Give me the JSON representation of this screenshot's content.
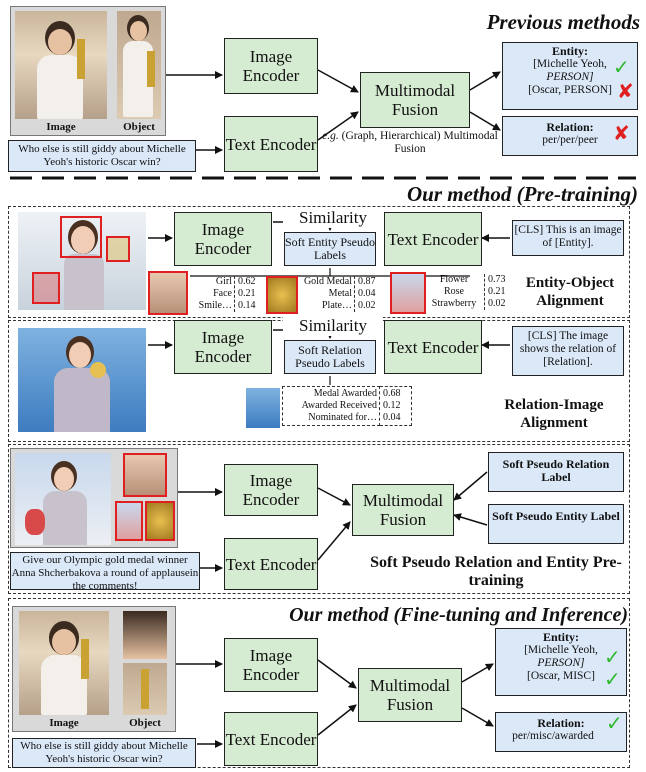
{
  "previous": {
    "title": "Previous methods",
    "image_caption": "Image",
    "object_caption": "Object",
    "text_input": "Who else is still giddy about Michelle Yeoh's historic Oscar win?",
    "image_encoder": "Image Encoder",
    "text_encoder": "Text Encoder",
    "fusion": "Multimodal Fusion",
    "fusion_note_prefix": "e.g.",
    "fusion_note": "(Graph, Hierarchical) Multimodal Fusion",
    "entity_title": "Entity:",
    "entity_line1": "[Michelle Yeoh,",
    "entity_line2": "PERSON]",
    "entity_line3": "[Oscar, PERSON]",
    "relation_title": "Relation:",
    "relation_value": "per/per/peer"
  },
  "pretrain": {
    "title": "Our method (Pre-training)",
    "similarity": "Similarity",
    "image_encoder": "Image Encoder",
    "text_encoder": "Text Encoder",
    "entity_prompt": "[CLS] This is an image of [Entity].",
    "soft_entity": "Soft Entity Pseudo Labels",
    "entity_alignment": "Entity-Object Alignment",
    "entity_scores": [
      {
        "labels": [
          "Girl",
          "Face",
          "Smile…"
        ],
        "values": [
          "0.62",
          "0.21",
          "0.14"
        ]
      },
      {
        "labels": [
          "Gold Medal",
          "Metal",
          "Plate…"
        ],
        "values": [
          "0.87",
          "0.04",
          "0.02"
        ]
      },
      {
        "labels": [
          "Flower",
          "Rose",
          "Strawberry"
        ],
        "values": [
          "0.73",
          "0.21",
          "0.02"
        ]
      }
    ],
    "relation_prompt": "[CLS] The image shows the relation of [Relation].",
    "soft_relation": "Soft Relation Pseudo Labels",
    "relation_scores": {
      "labels": [
        "Medal Awarded",
        "Awarded Received",
        "Nominated for…"
      ],
      "values": [
        "0.68",
        "0.12",
        "0.04"
      ]
    },
    "relation_alignment": "Relation-Image Alignment",
    "text_input": "Give our Olympic gold medal winner Anna Shcherbakova a round of applausein the comments!",
    "fusion": "Multimodal Fusion",
    "soft_relation_label": "Soft Pseudo Relation Label",
    "soft_entity_label": "Soft Pseudo Entity Label",
    "section_title": "Soft Pseudo Relation and Entity Pre-training"
  },
  "finetune": {
    "title": "Our method (Fine-tuning and Inference)",
    "image_caption": "Image",
    "object_caption": "Object",
    "text_input": "Who else is still giddy about Michelle Yeoh's historic Oscar win?",
    "image_encoder": "Image Encoder",
    "text_encoder": "Text Encoder",
    "fusion": "Multimodal Fusion",
    "entity_title": "Entity:",
    "entity_line1": "[Michelle Yeoh,",
    "entity_line2": "PERSON]",
    "entity_line3": "[Oscar, MISC]",
    "relation_title": "Relation:",
    "relation_value": "per/misc/awarded"
  },
  "marks": {
    "check": "✓",
    "cross": "✘"
  },
  "colors": {
    "encoder_fill": "#d6ecd2",
    "output_fill": "#dbe8f8",
    "check": "#2db82d",
    "cross": "#e02020"
  }
}
